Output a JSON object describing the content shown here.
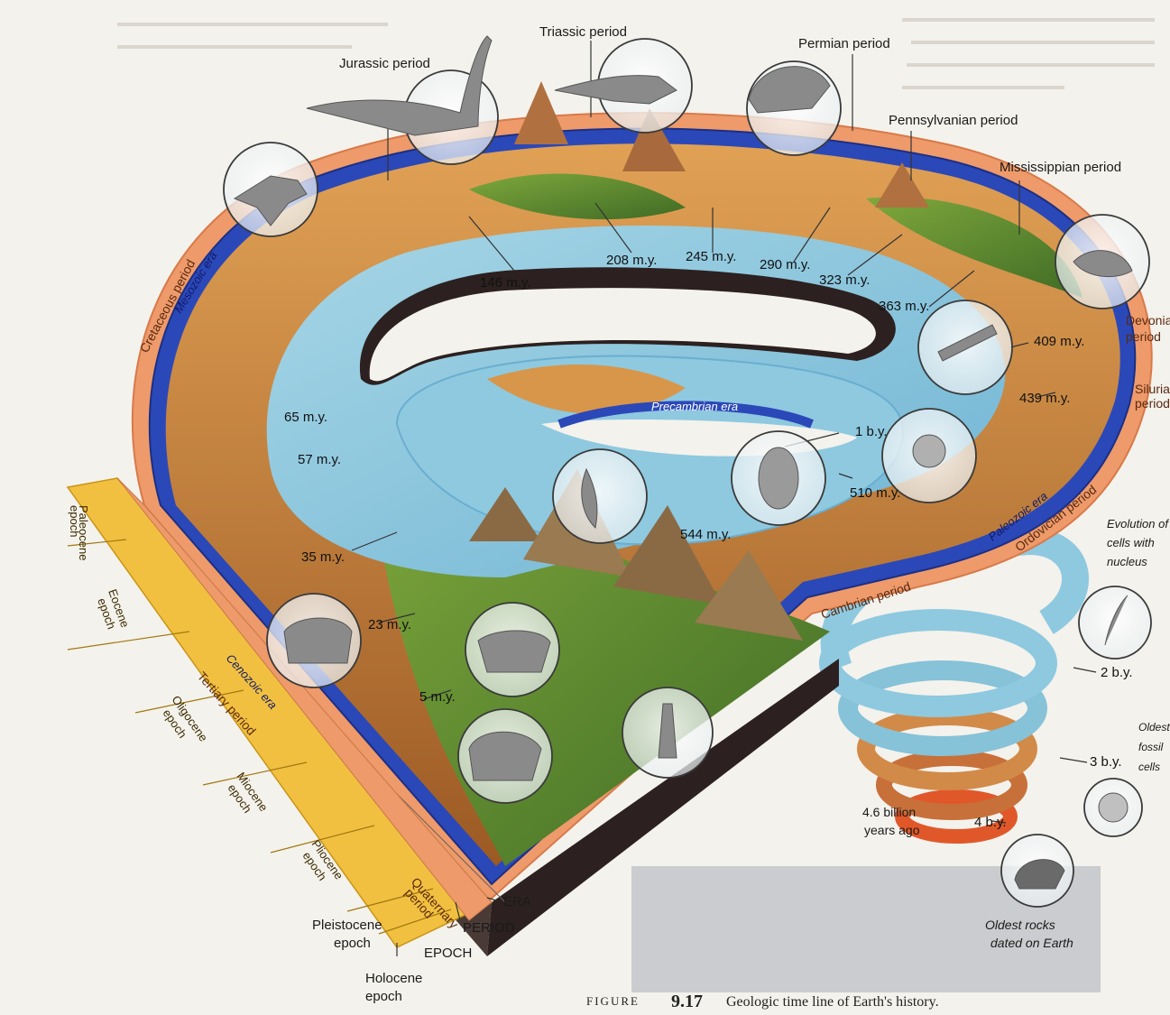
{
  "caption": {
    "figure_word": "FIGURE",
    "number": "9.17",
    "text": "Geologic time line of Earth's history."
  },
  "legend": {
    "era": "ERA",
    "period": "PERIOD",
    "epoch": "EPOCH"
  },
  "eras": {
    "mesozoic": "Mesozoic era",
    "cenozoic": "Cenozoic era",
    "paleozoic": "Paleozoic era",
    "precambrian": "Precambrian era"
  },
  "periods": {
    "jurassic": "Jurassic period",
    "triassic": "Triassic period",
    "permian": "Permian period",
    "pennsylvanian": "Pennsylvanian period",
    "mississippian": "Mississippian period",
    "devonian_1": "Devonia",
    "devonian_2": "period",
    "silurian_1": "Siluria",
    "silurian_2": "period",
    "ordovician": "Ordovician period",
    "cambrian": "Cambrian period",
    "cretaceous": "Cretaceous period",
    "tertiary": "Tertiary period",
    "quaternary_1": "Quaternary",
    "quaternary_2": "period"
  },
  "epochs": {
    "paleocene_1": "Paleocene",
    "paleocene_2": "epoch",
    "eocene_1": "Eocene",
    "eocene_2": "epoch",
    "oligocene_1": "Oligocene",
    "oligocene_2": "epoch",
    "miocene_1": "Miocene",
    "miocene_2": "epoch",
    "pliocene_1": "Pliocene",
    "pliocene_2": "epoch",
    "pleistocene_1": "Pleistocene",
    "pleistocene_2": "epoch",
    "holocene_1": "Holocene",
    "holocene_2": "epoch"
  },
  "ages": {
    "a146": "146 m.y.",
    "a208": "208 m.y.",
    "a245": "245 m.y.",
    "a290": "290 m.y.",
    "a323": "323 m.y.",
    "a363": "363 m.y.",
    "a409": "409 m.y.",
    "a439": "439 m.y.",
    "a510": "510 m.y.",
    "a544": "544 m.y.",
    "a65": "65 m.y.",
    "a57": "57 m.y.",
    "a35": "35 m.y.",
    "a23": "23 m.y.",
    "a5": "5 m.y.",
    "b1": "1 b.y.",
    "b2": "2 b.y.",
    "b3": "3 b.y.",
    "b4": "4 b.y."
  },
  "notes": {
    "origin_1": "4.6 billion",
    "origin_2": "years ago",
    "nucleus_1": "Evolution of",
    "nucleus_2": "cells with",
    "nucleus_3": "nucleus",
    "fossil_1": "Oldest",
    "fossil_2": "fossil",
    "fossil_3": "cells",
    "rocks_1": "Oldest rocks",
    "rocks_2": "dated on Earth"
  },
  "icons": [
    "dinosaur-icon",
    "sauropod-icon",
    "reptile-icon",
    "dimetrodon-icon",
    "scorpion-icon",
    "fish-fossil-icon",
    "ammonite-icon",
    "trilobite-icon",
    "worm-fossil-icon",
    "rhino-icon",
    "horse-icon",
    "mammoth-icon",
    "human-icon",
    "algae-icon",
    "cell-icon",
    "rock-icon"
  ],
  "colors": {
    "water": "#8ec9e0",
    "era_band": "#2b48b8",
    "period_band": "#ee9a6a",
    "epoch_band": "#f2c040",
    "earth": "#c9803a",
    "forest": "#5e8a2e",
    "base": "#2c2120"
  }
}
